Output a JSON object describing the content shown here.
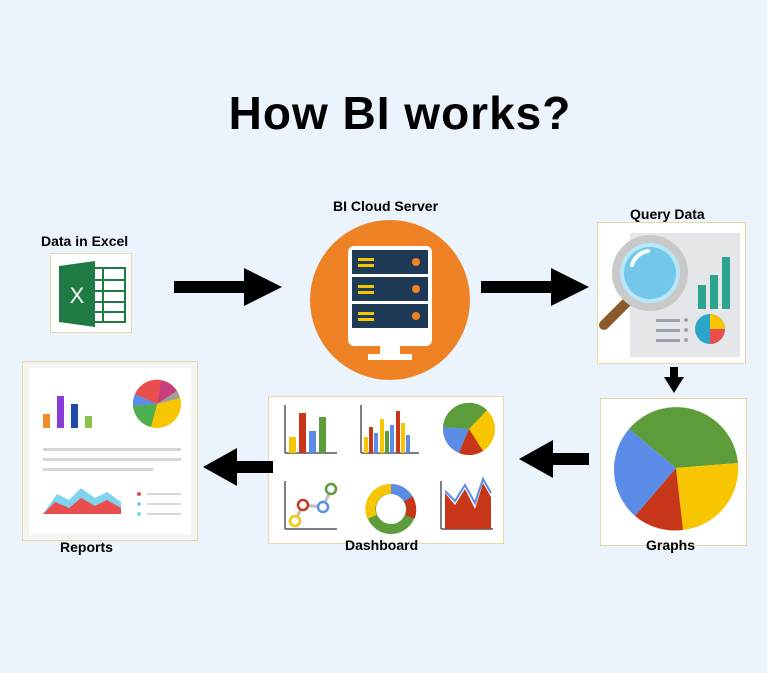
{
  "title": "How BI works?",
  "nodes": {
    "excel": "Data in Excel",
    "server": "BI Cloud Server",
    "query": "Query Data",
    "graphs": "Graphs",
    "dashboard": "Dashboard",
    "reports": "Reports"
  },
  "icons": {
    "excel": "excel-icon",
    "server": "server-icon",
    "query": "magnifier-icon",
    "graphs": "pie-chart-icon",
    "dashboard": "dashboard-icon",
    "reports": "report-icon"
  },
  "excel_letter": "X",
  "colors": {
    "background": "#ebf3fc",
    "excel_green": "#1f7a44",
    "server_orange": "#f08226",
    "server_navy": "#1e3a57",
    "pie_green": "#5c9c3a",
    "pie_yellow": "#f7c600",
    "pie_red": "#c8361a",
    "pie_blue": "#5b8de8"
  }
}
